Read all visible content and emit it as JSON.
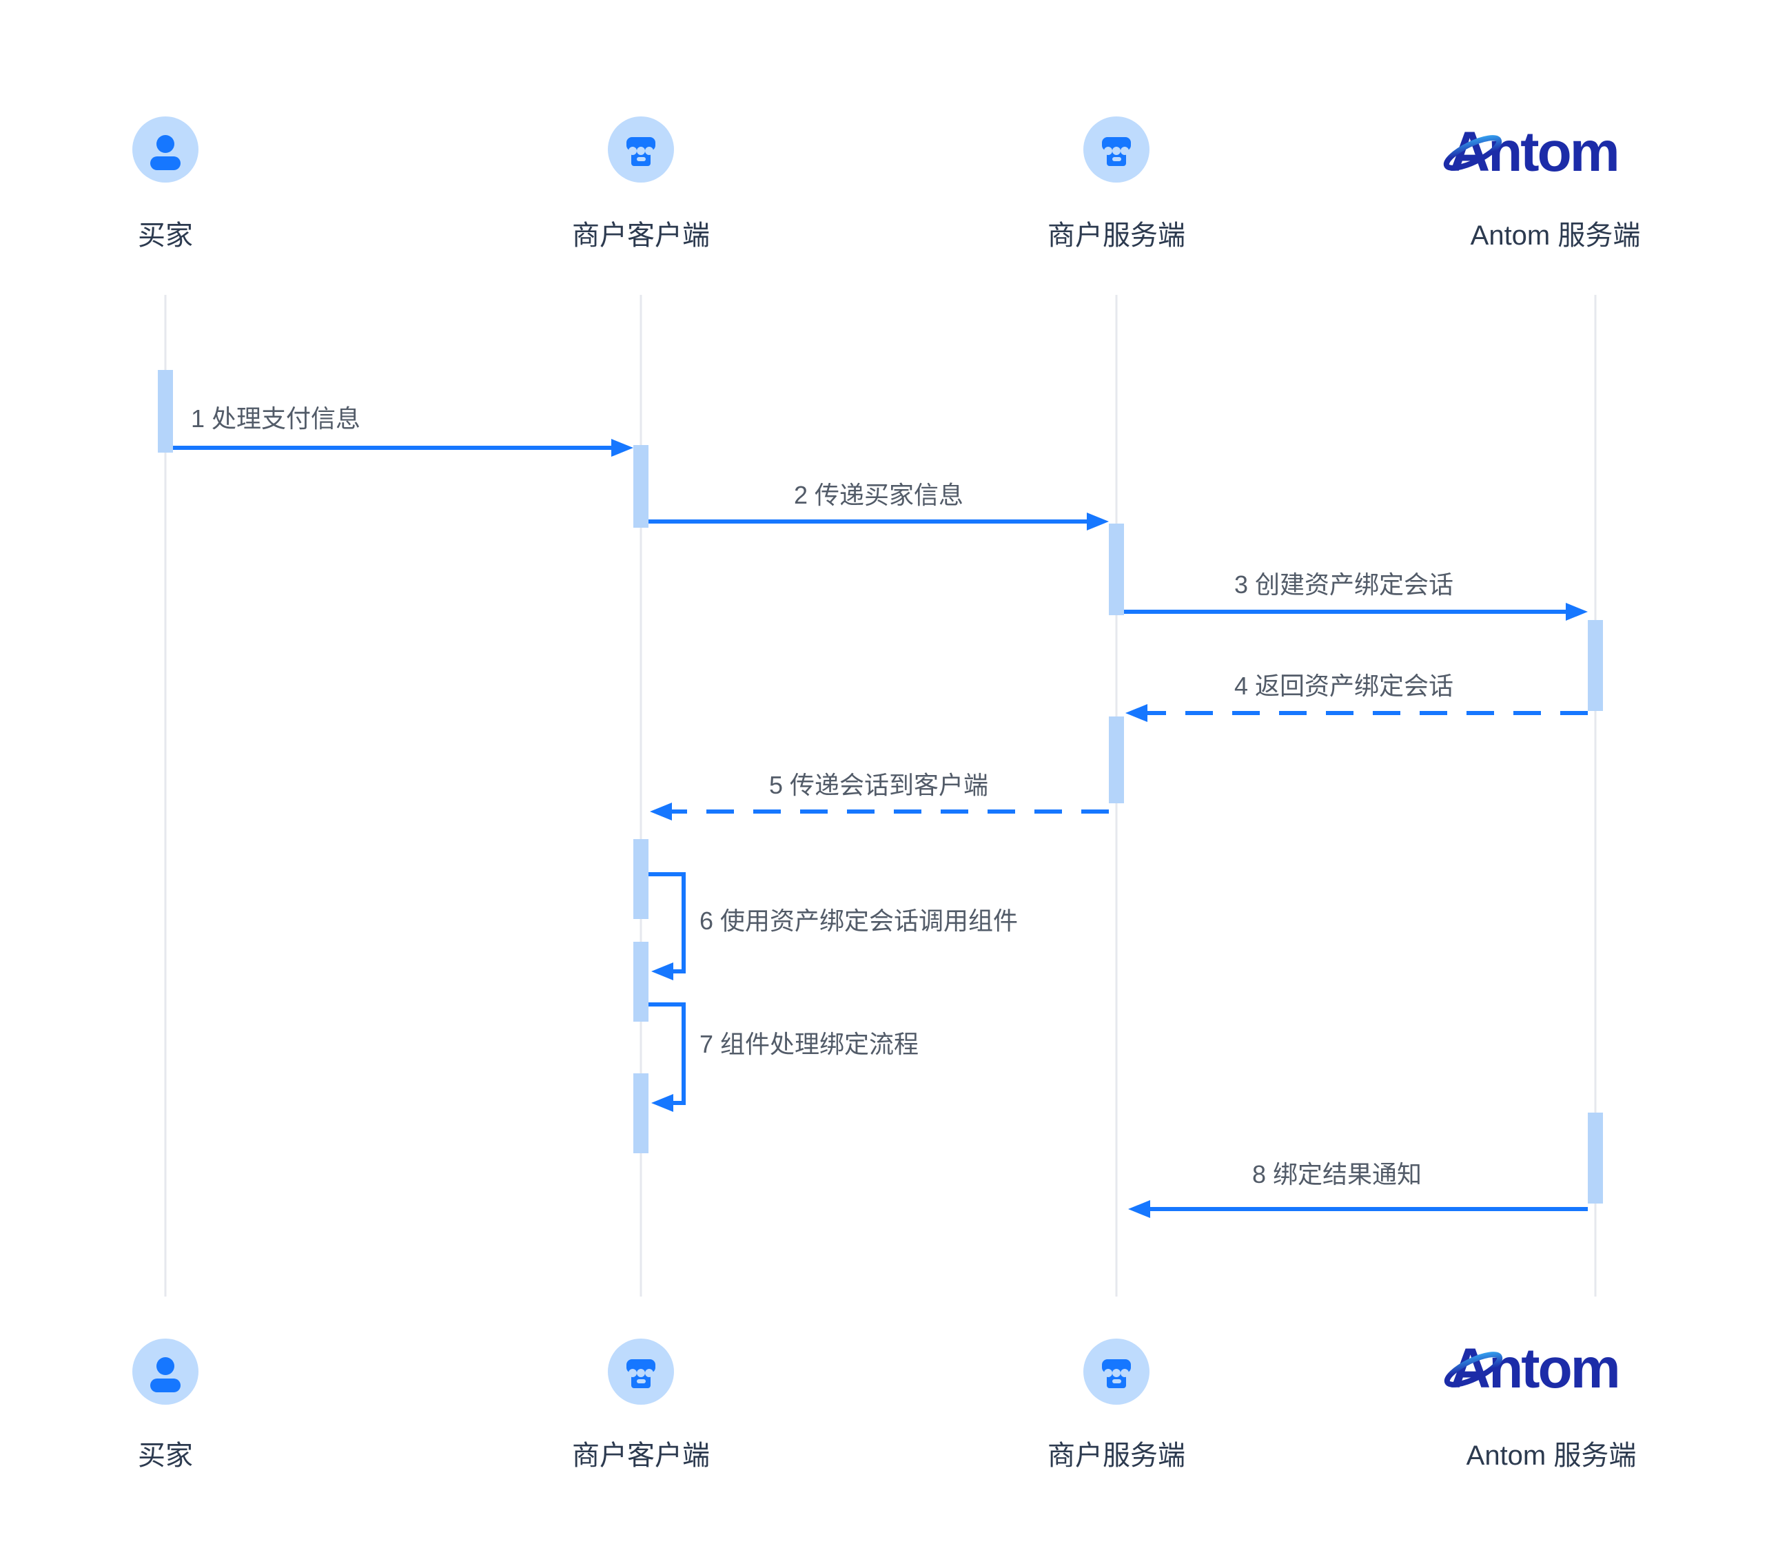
{
  "diagram_type": "sequence-diagram",
  "colors": {
    "accent": "#1677ff",
    "activation": "#b4d4fa",
    "lifeline": "#e6e8ee",
    "icon-bg": "#bedbfd",
    "actor-text": "#2c3a4f",
    "msg-text": "#525b68",
    "logo-color": "#1c2ca8",
    "logo-swoosh": "#38b0f8"
  },
  "actors": [
    {
      "id": "buyer",
      "label": "买家",
      "icon": "person-icon"
    },
    {
      "id": "merchant-client",
      "label": "商户客户端",
      "icon": "store-icon"
    },
    {
      "id": "merchant-server",
      "label": "商户服务端",
      "icon": "store-icon"
    },
    {
      "id": "antom-server",
      "label": "Antom 服务端",
      "icon": "antom-logo",
      "logo_text": "Antom"
    }
  ],
  "messages": [
    {
      "label": "1 处理支付信息",
      "from": "买家",
      "to": "商户客户端",
      "line": "solid"
    },
    {
      "label": "2 传递买家信息",
      "from": "商户客户端",
      "to": "商户服务端",
      "line": "solid"
    },
    {
      "label": "3 创建资产绑定会话",
      "from": "商户服务端",
      "to": "Antom 服务端",
      "line": "solid"
    },
    {
      "label": "4 返回资产绑定会话",
      "from": "Antom 服务端",
      "to": "商户服务端",
      "line": "dashed"
    },
    {
      "label": "5 传递会话到客户端",
      "from": "商户服务端",
      "to": "商户客户端",
      "line": "dashed"
    },
    {
      "label": "6 使用资产绑定会话调用组件",
      "from": "商户客户端",
      "to": "商户客户端",
      "line": "self"
    },
    {
      "label": "7 组件处理绑定流程",
      "from": "商户客户端",
      "to": "商户客户端",
      "line": "self"
    },
    {
      "label": "8 绑定结果通知",
      "from": "Antom 服务端",
      "to": "商户服务端",
      "line": "solid"
    }
  ]
}
